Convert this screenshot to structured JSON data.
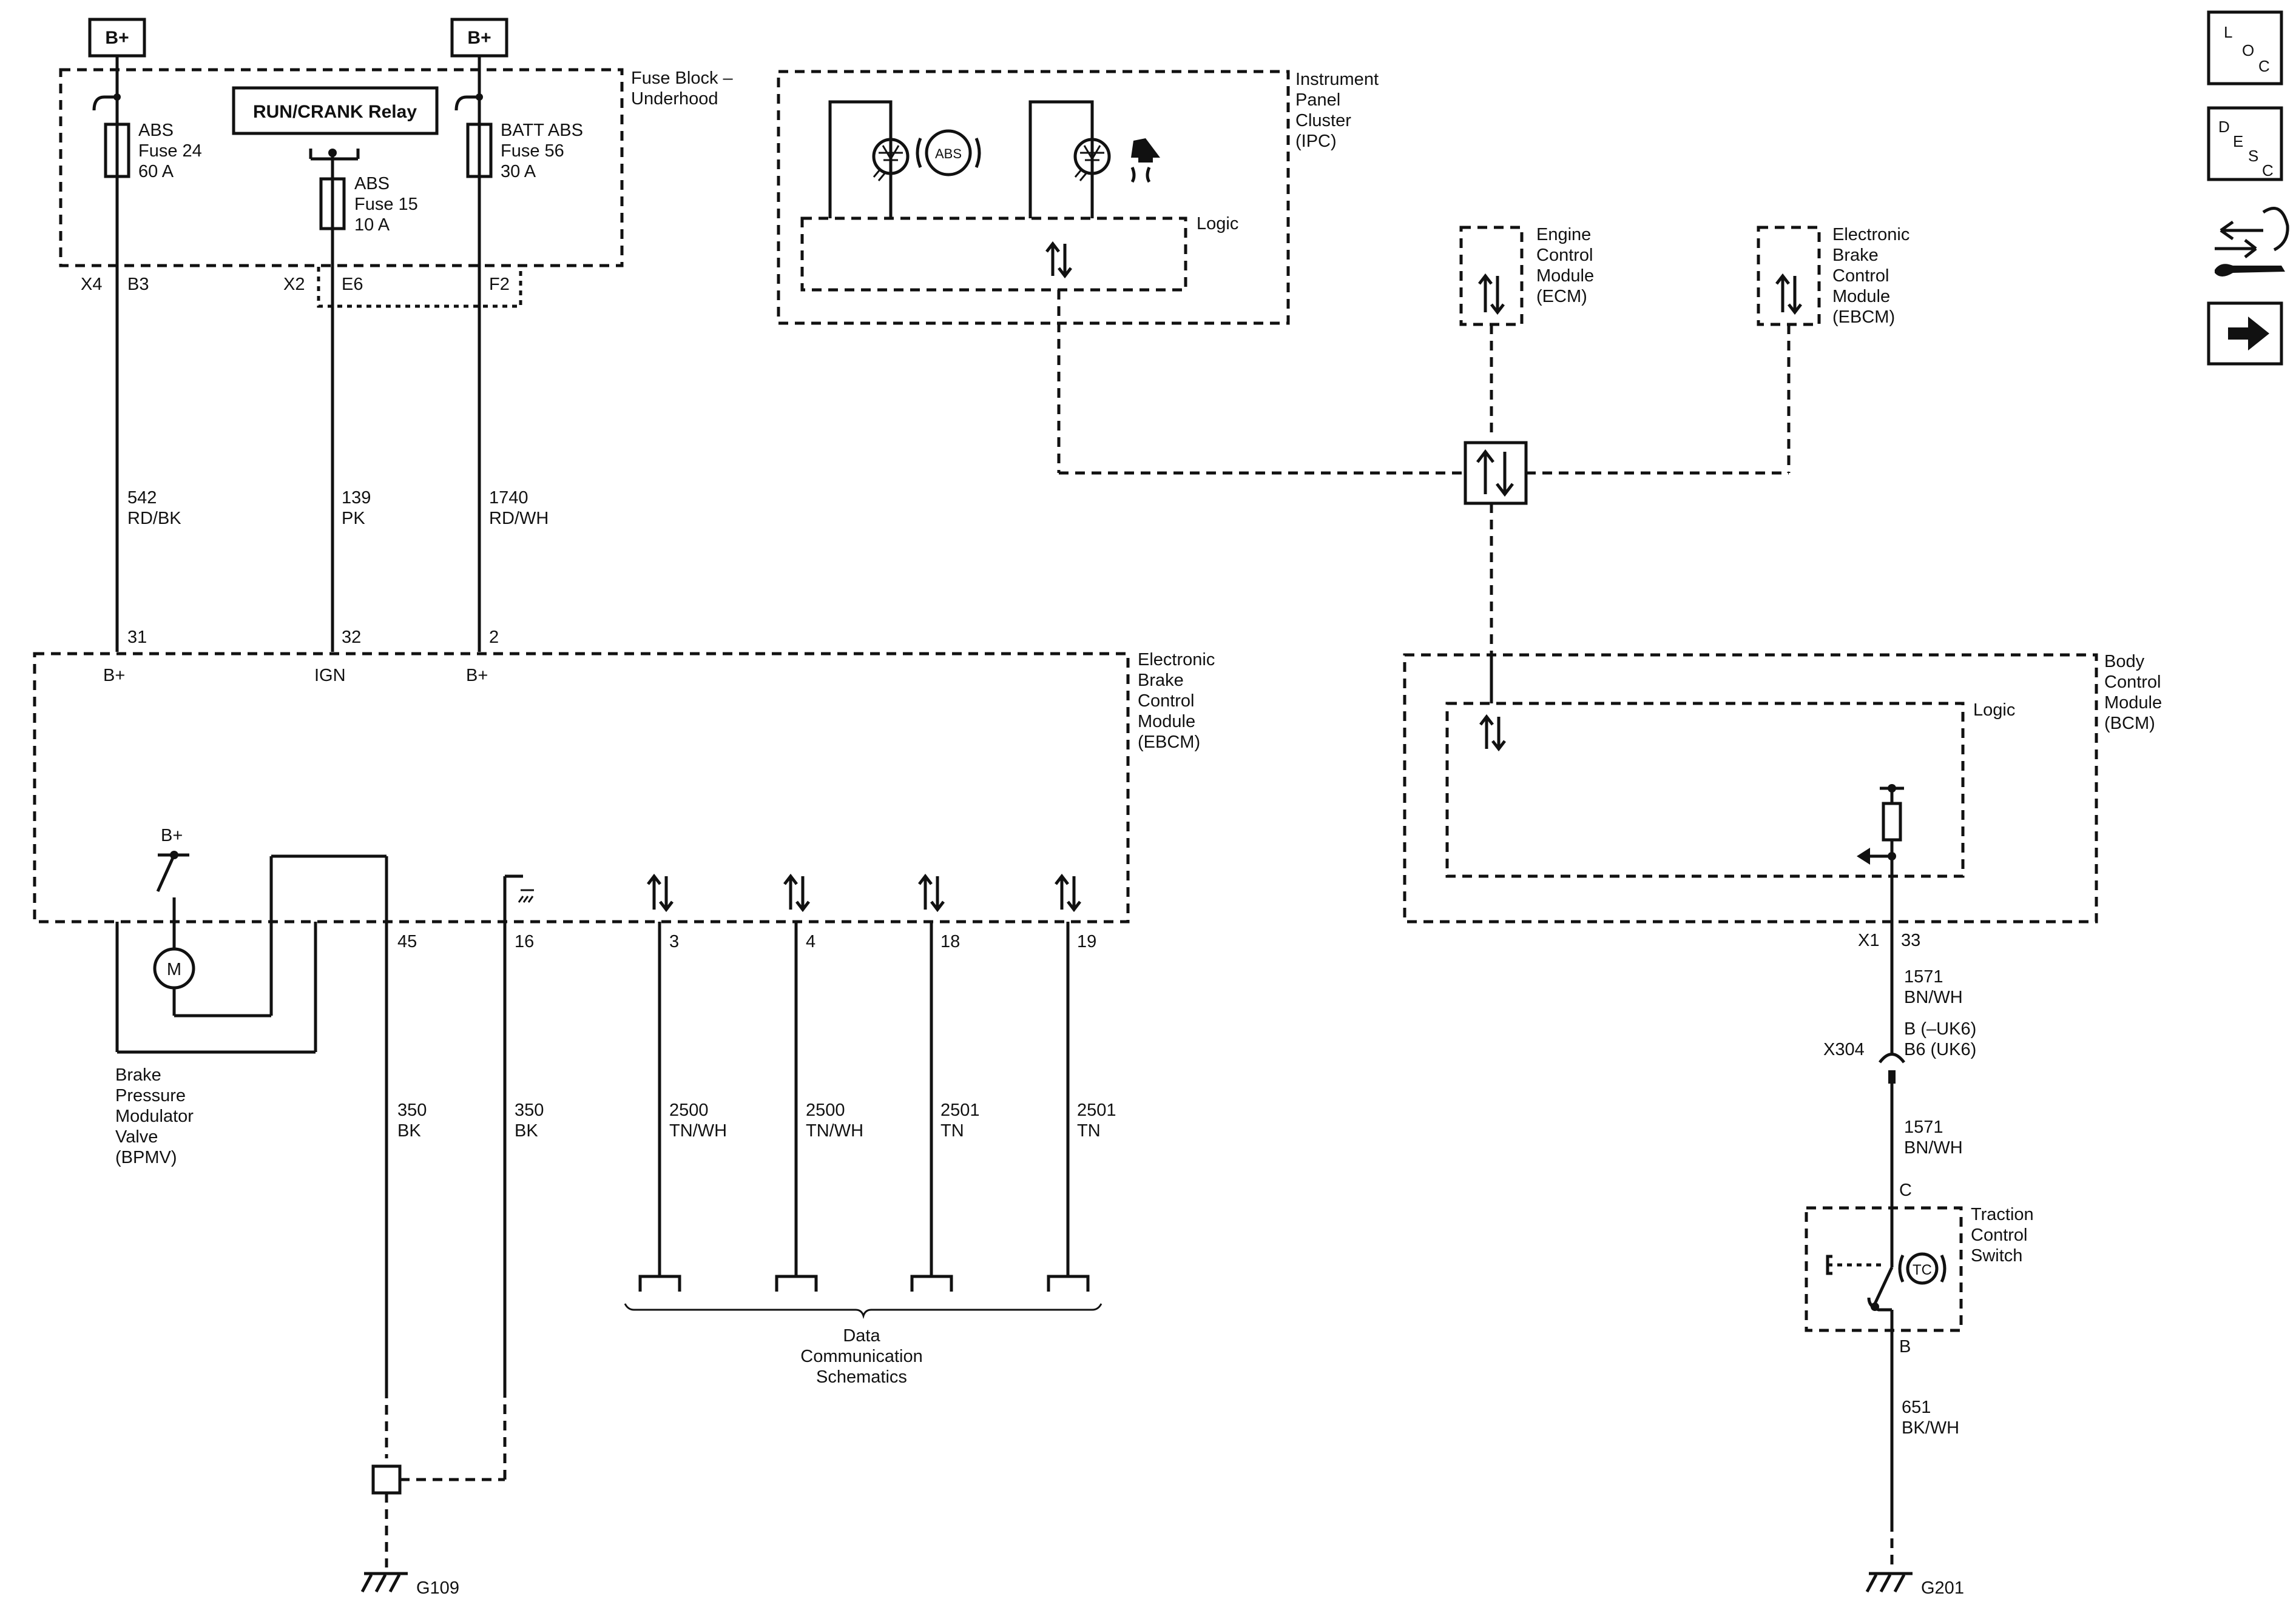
{
  "power": {
    "b_plus_left": "B+",
    "b_plus_right": "B+"
  },
  "fuse_block": {
    "title": [
      "Fuse Block –",
      "Underhood"
    ],
    "relay_label": "RUN/CRANK Relay",
    "fuses": [
      {
        "lines": [
          "ABS",
          "Fuse 24",
          "60 A"
        ]
      },
      {
        "lines": [
          "ABS",
          "Fuse 15",
          "10 A"
        ]
      },
      {
        "lines": [
          "BATT ABS",
          "Fuse 56",
          "30 A"
        ]
      }
    ],
    "connectors": {
      "x4": "X4",
      "b3": "B3",
      "x2": "X2",
      "e6": "E6",
      "f2": "F2"
    }
  },
  "wires_top": [
    {
      "circuit": "542",
      "color": "RD/BK",
      "pin": "31",
      "pin_label": "B+"
    },
    {
      "circuit": "139",
      "color": "PK",
      "pin": "32",
      "pin_label": "IGN"
    },
    {
      "circuit": "1740",
      "color": "RD/WH",
      "pin": "2",
      "pin_label": "B+"
    }
  ],
  "ebcm": {
    "title": [
      "Electronic",
      "Brake",
      "Control",
      "Module",
      "(EBCM)"
    ],
    "internal_b_plus": "B+",
    "motor": "M",
    "bpmv": [
      "Brake",
      "Pressure",
      "Modulator",
      "Valve",
      "(BPMV)"
    ],
    "pins_bottom": [
      "45",
      "16",
      "3",
      "4",
      "18",
      "19"
    ]
  },
  "wires_bottom": [
    {
      "circuit": "350",
      "color": "BK"
    },
    {
      "circuit": "350",
      "color": "BK"
    },
    {
      "circuit": "2500",
      "color": "TN/WH"
    },
    {
      "circuit": "2500",
      "color": "TN/WH"
    },
    {
      "circuit": "2501",
      "color": "TN"
    },
    {
      "circuit": "2501",
      "color": "TN"
    }
  ],
  "data_comm": [
    "Data",
    "Communication",
    "Schematics"
  ],
  "grounds": {
    "left": "G109",
    "right": "G201"
  },
  "ipc": {
    "title": [
      "Instrument",
      "Panel",
      "Cluster",
      "(IPC)"
    ],
    "logic": "Logic",
    "abs_text": "ABS"
  },
  "ecm": {
    "title": [
      "Engine",
      "Control",
      "Module",
      "(ECM)"
    ]
  },
  "ebcm_top": {
    "title": [
      "Electronic",
      "Brake",
      "Control",
      "Module",
      "(EBCM)"
    ]
  },
  "bcm": {
    "title": [
      "Body",
      "Control",
      "Module",
      "(BCM)"
    ],
    "logic": "Logic",
    "connector": "X1",
    "pin": "33"
  },
  "bcm_wire": {
    "circuit_1": "1571",
    "color_1": "BN/WH",
    "x304_label": "X304",
    "x304_pins": [
      "B (–UK6)",
      "B6 (UK6)"
    ],
    "circuit_2": "1571",
    "color_2": "BN/WH"
  },
  "tc_switch": {
    "title": [
      "Traction",
      "Control",
      "Switch"
    ],
    "pin_c": "C",
    "pin_b": "B",
    "icon_text": "TC"
  },
  "ground_wire": {
    "circuit": "651",
    "color": "BK/WH"
  },
  "nav_icons": {
    "loc": [
      "L",
      "O",
      "C"
    ],
    "desc": [
      "D",
      "E",
      "S",
      "C"
    ],
    "icon_names": [
      "location-icon",
      "description-icon",
      "connector-repair-icon",
      "next-arrow-icon"
    ]
  }
}
